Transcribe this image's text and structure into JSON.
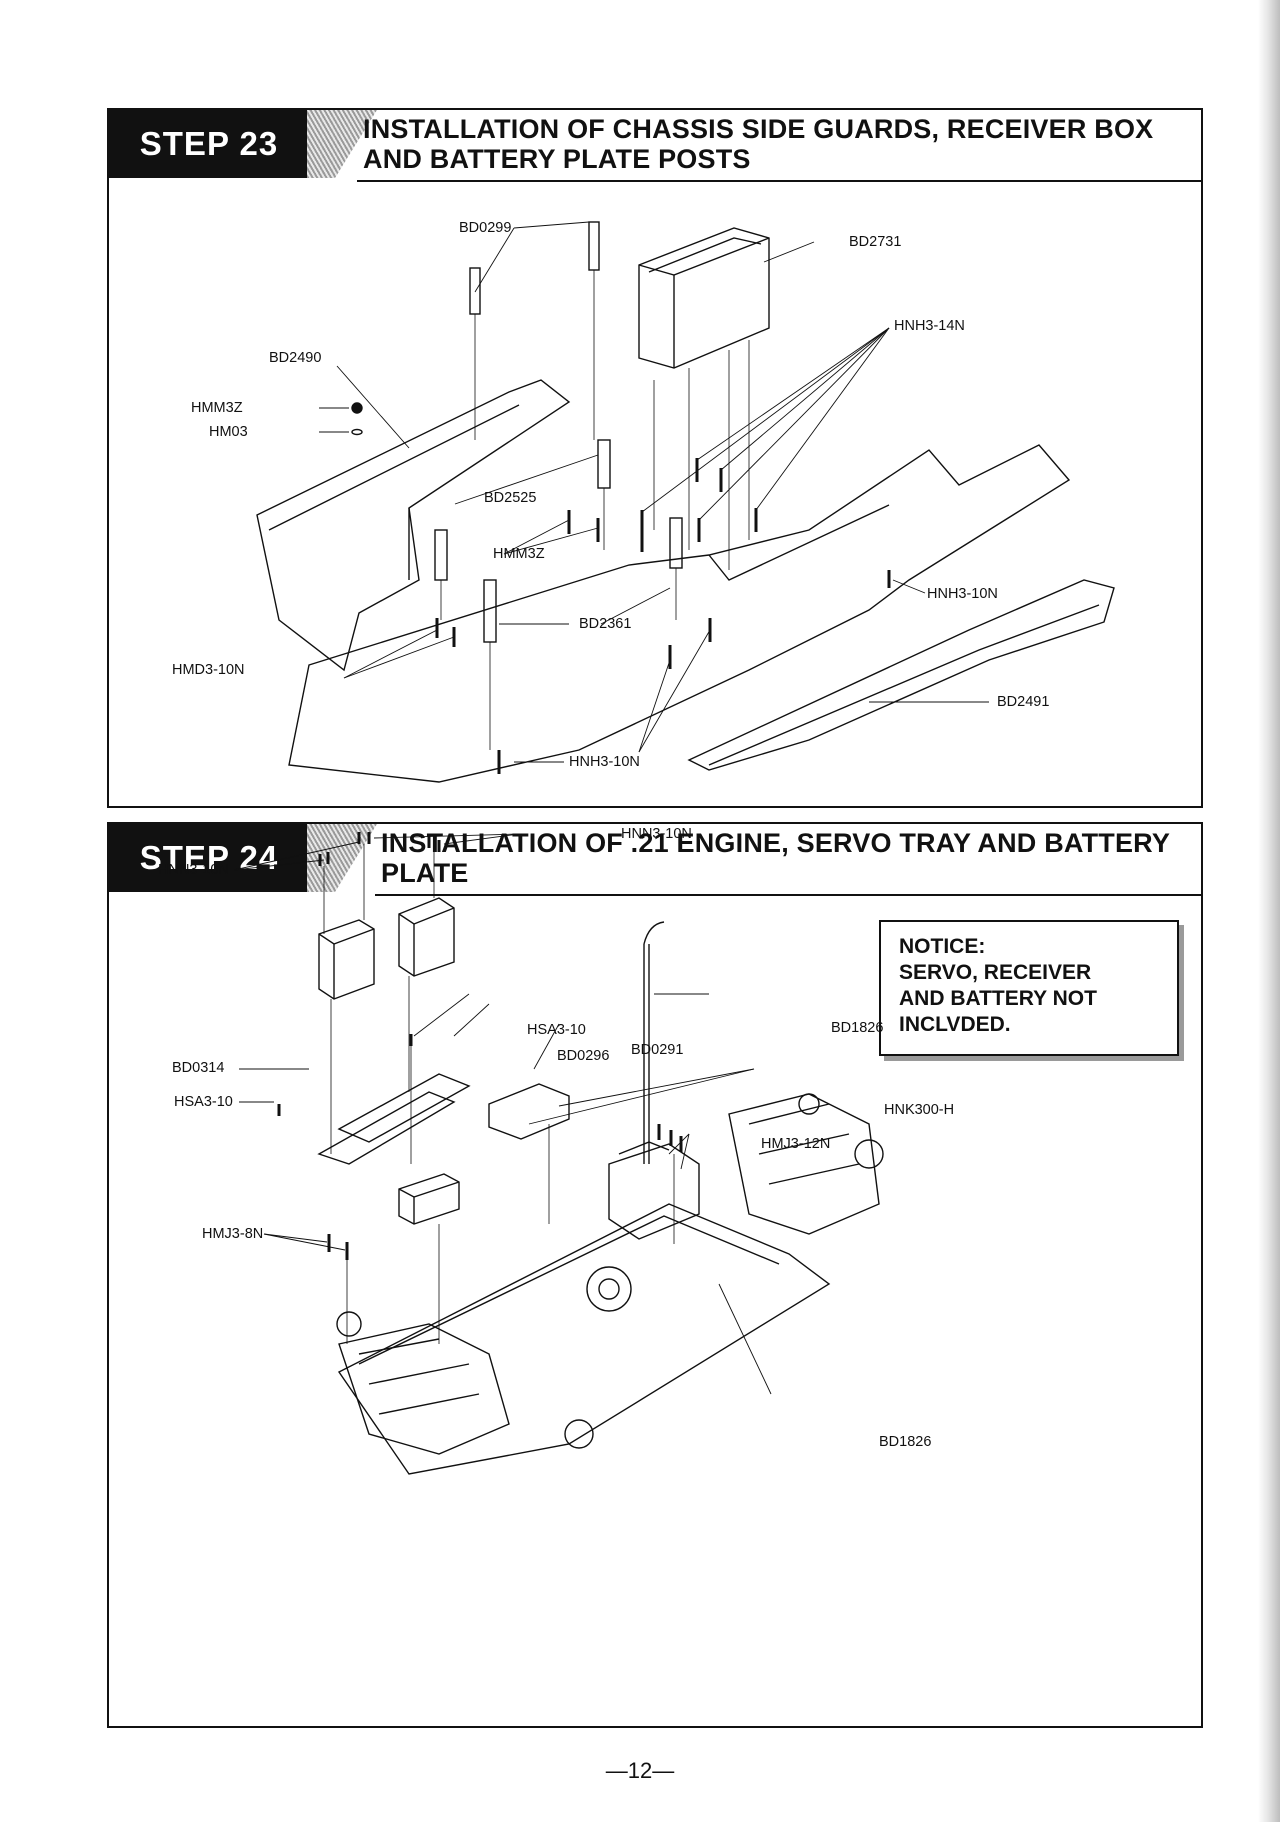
{
  "step23": {
    "badge": "STEP 23",
    "title": "INSTALLATION OF CHASSIS SIDE GUARDS, RECEIVER BOX AND BATTERY PLATE POSTS",
    "labels": {
      "bd0299": "BD0299",
      "bd2731": "BD2731",
      "hnh3_14n": "HNH3-14N",
      "bd2490": "BD2490",
      "hmm3z_top": "HMM3Z",
      "hm03": "HM03",
      "bd2525": "BD2525",
      "hmm3z_mid": "HMM3Z",
      "hnh3_10n_right": "HNH3-10N",
      "bd2361": "BD2361",
      "hmd3_10n": "HMD3-10N",
      "bd2491": "BD2491",
      "hnh3_10n_bottom": "HNH3-10N"
    }
  },
  "step24": {
    "badge": "STEP 24",
    "title": "INSTALLATION OF .21 ENGINE, SERVO TRAY AND BATTERY PLATE",
    "notice": {
      "line1": "NOTICE:",
      "line2": "SERVO, RECEIVER",
      "line3": "AND BATTERY NOT",
      "line4": "INCLVDED."
    },
    "labels": {
      "hnn3_10n_top": "HNN3-10N",
      "hnn3_10n_left": "HNN3-10N",
      "hsa3_10_mid": "HSA3-10",
      "bd0296": "BD0296",
      "bd0291": "BD0291",
      "bd1826_top": "BD1826",
      "bd0314": "BD0314",
      "hnk300_h": "HNK300-H",
      "hsa3_10_left": "HSA3-10",
      "hmj3_12n": "HMJ3-12N",
      "hmj3_8n": "HMJ3-8N",
      "bd1826_bottom": "BD1826"
    }
  },
  "page": {
    "number": "—12—"
  }
}
